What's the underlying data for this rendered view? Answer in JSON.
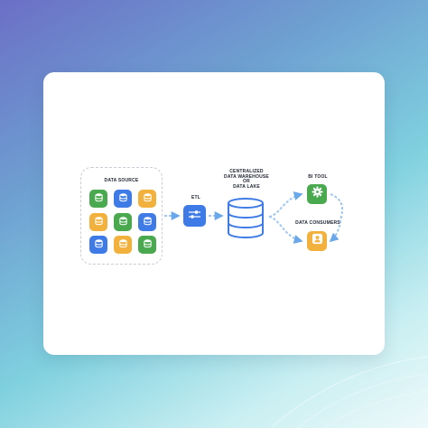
{
  "nodes": {
    "data_source": {
      "label": "DATA SOURCE"
    },
    "etl": {
      "label": "ETL",
      "icon": "sliders-icon"
    },
    "warehouse": {
      "label": "CENTRALIZED\nDATA WAREHOUSE\nOR\nDATA LAKE",
      "icon": "database-icon"
    },
    "bi_tool": {
      "label": "BI TOOL",
      "icon": "gear-icon"
    },
    "consumers": {
      "label": "DATA CONSUMERS",
      "icon": "user-icon"
    }
  },
  "source_tiles": [
    {
      "color": "#4aa84f",
      "icon": "database-icon"
    },
    {
      "color": "#3f7be6",
      "icon": "database-icon"
    },
    {
      "color": "#f2b13d",
      "icon": "database-icon"
    },
    {
      "color": "#f2b13d",
      "icon": "database-icon"
    },
    {
      "color": "#4aa84f",
      "icon": "database-icon"
    },
    {
      "color": "#3f7be6",
      "icon": "database-icon"
    },
    {
      "color": "#3f7be6",
      "icon": "database-icon"
    },
    {
      "color": "#f2b13d",
      "icon": "database-icon"
    },
    {
      "color": "#4aa84f",
      "icon": "database-icon"
    }
  ],
  "colors": {
    "accent_blue": "#3f7be6",
    "accent_green": "#4aa84f",
    "accent_yellow": "#f2b13d",
    "connector": "#9ec7f2",
    "text": "#1e2430"
  }
}
